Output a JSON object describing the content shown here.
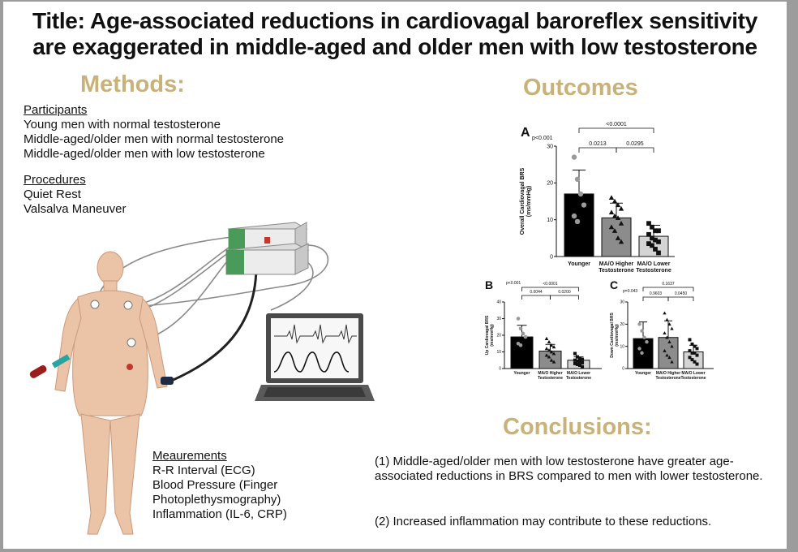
{
  "title": {
    "line1": "Title: Age-associated reductions in cardiovagal baroreflex sensitivity",
    "line2": "are exaggerated in middle-aged and older men with low testosterone"
  },
  "methods": {
    "heading": "Methods:",
    "participants_heading": "Participants",
    "participants": [
      "Young men with normal testosterone",
      "Middle-aged/older men with normal testosterone",
      "Middle-aged/older men with low testosterone"
    ],
    "procedures_heading": "Procedures",
    "procedures": [
      "Quiet Rest",
      "Valsalva Maneuver"
    ],
    "measurements_heading": "Meaurements",
    "measurements": [
      "R-R Interval (ECG)",
      "Blood Pressure (Finger",
      "Photoplethysmography)",
      "Inflammation (IL-6, CRP)"
    ]
  },
  "outcomes": {
    "heading": "Outcomes"
  },
  "conclusions": {
    "heading": "Conclusions:",
    "items": [
      "(1) Middle-aged/older men with low testosterone have greater age-associated reductions in BRS compared to men with lower testosterone.",
      "(2) Increased inflammation may contribute to these reductions."
    ]
  },
  "colors": {
    "accent": "#c8b27a",
    "young": "#000000",
    "higher": "#8c8c8c",
    "lower": "#d4d4d4"
  },
  "chart_data": [
    {
      "panel": "A",
      "type": "bar",
      "ylabel": "Overall Cardiovagal BRS (ms/mmHg)",
      "ylim": [
        0,
        30
      ],
      "yticks": [
        0,
        10,
        20,
        30
      ],
      "categories": [
        "Younger",
        "MA/O Higher Testosterone",
        "MA/O Lower Testosterone"
      ],
      "values": [
        17,
        10.5,
        5.5
      ],
      "errors": [
        6.5,
        4,
        3
      ],
      "points": [
        [
          27,
          21,
          17,
          14,
          11,
          9.5
        ],
        [
          16,
          15,
          14,
          13,
          12,
          11,
          10.5,
          9,
          8,
          7,
          5,
          4
        ],
        [
          9,
          8,
          7,
          7,
          6,
          5,
          4.5,
          4,
          3.5,
          3,
          2,
          1
        ]
      ],
      "comparisons": [
        {
          "label": "p<0.001"
        },
        {
          "from": 0,
          "to": 1,
          "label": "0.0213"
        },
        {
          "from": 1,
          "to": 2,
          "label": "0.0295"
        },
        {
          "from": 0,
          "to": 2,
          "label": "<0.0001"
        }
      ]
    },
    {
      "panel": "B",
      "type": "bar",
      "ylabel": "Up Cardiovagal BRS (ms/mmHg)",
      "ylim": [
        0,
        40
      ],
      "yticks": [
        0,
        10,
        20,
        30,
        40
      ],
      "categories": [
        "Younger",
        "MA/O Higher Testosterone",
        "MA/O Lower Testosterone"
      ],
      "values": [
        19,
        10.5,
        5
      ],
      "errors": [
        7,
        4,
        2
      ],
      "points": [
        [
          30,
          24,
          21,
          19,
          15,
          14
        ],
        [
          18,
          16,
          14,
          13,
          12,
          11,
          10,
          9,
          8,
          7,
          5,
          4
        ],
        [
          9,
          7,
          6,
          5.5,
          5,
          4.5,
          4,
          3.5,
          3,
          2.5,
          2,
          1
        ]
      ],
      "comparisons": [
        {
          "label": "p<0.001"
        },
        {
          "from": 0,
          "to": 1,
          "label": "0.0044"
        },
        {
          "from": 1,
          "to": 2,
          "label": "0.0200"
        },
        {
          "from": 0,
          "to": 2,
          "label": "<0.0001"
        }
      ]
    },
    {
      "panel": "C",
      "type": "bar",
      "ylabel": "Down Cardiovagal BRS (ms/mmHg)",
      "ylim": [
        0,
        30
      ],
      "yticks": [
        0,
        10,
        20,
        30
      ],
      "categories": [
        "Younger",
        "MA/O Higher Testosterone",
        "MA/O Lower Testosterone"
      ],
      "values": [
        13.5,
        14,
        7.5
      ],
      "errors": [
        7.5,
        7.5,
        3
      ],
      "points": [
        [
          20,
          17,
          14,
          12,
          9,
          7
        ],
        [
          25,
          22,
          20,
          18,
          16,
          14,
          12,
          10,
          8,
          6,
          5,
          3
        ],
        [
          13,
          11,
          10,
          9,
          8,
          7,
          7,
          6,
          5,
          4,
          3,
          2
        ]
      ],
      "comparisons": [
        {
          "label": "p=0.043"
        },
        {
          "from": 0,
          "to": 1,
          "label": "0.9603"
        },
        {
          "from": 1,
          "to": 2,
          "label": "0.0450"
        },
        {
          "from": 0,
          "to": 2,
          "label": "0.1637"
        }
      ]
    }
  ]
}
